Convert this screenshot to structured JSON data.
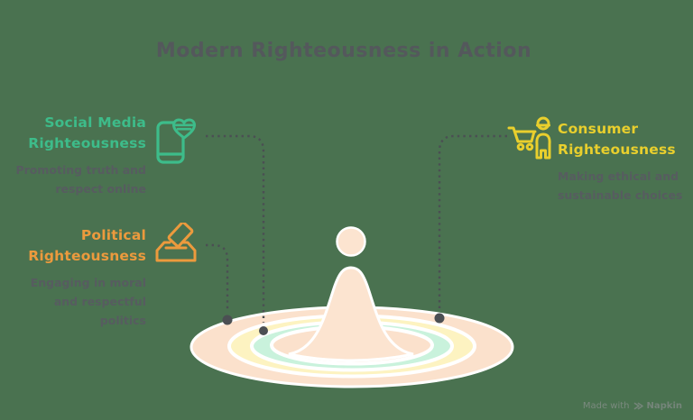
{
  "title": "Modern Righteousness in Action",
  "items": [
    {
      "id": "social-media",
      "heading": [
        "Social Media",
        "Righteousness"
      ],
      "description": [
        "Promoting truth and",
        "respect online"
      ],
      "icon": "phone-heart-icon",
      "accent_color": "#3dbc8a"
    },
    {
      "id": "political",
      "heading": [
        "Political",
        "Righteousness"
      ],
      "description": [
        "Engaging in moral",
        "and respectful politics"
      ],
      "icon": "ballot-box-icon",
      "accent_color": "#ec9a3d"
    },
    {
      "id": "consumer",
      "heading": [
        "Consumer",
        "Righteousness"
      ],
      "description": [
        "Making ethical and",
        "sustainable choices"
      ],
      "icon": "cart-person-icon",
      "accent_color": "#e9cf2d"
    }
  ],
  "center_figure": "person-in-ripple",
  "footer": {
    "made_with": "Made with",
    "brand": "Napkin"
  },
  "colors": {
    "background": "#4a7250",
    "title_text": "#54585c",
    "description_text": "#575c60",
    "ripple_peach": "#fbe1cc",
    "ripple_yellow": "#fdf3c1",
    "ripple_mint": "#c9f2dc",
    "figure_peach": "#fce4d0",
    "ring_separator": "#ffffff",
    "connector": "#4b4f53",
    "footer_text": "#7b8a7f"
  }
}
